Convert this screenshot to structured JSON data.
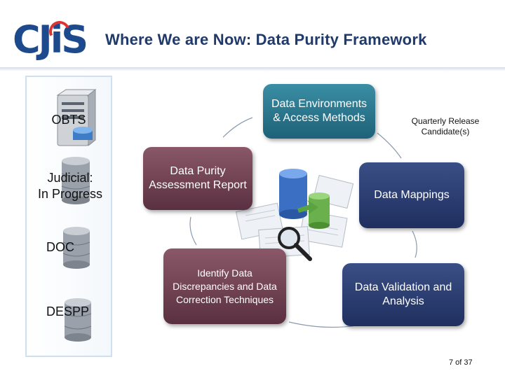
{
  "header": {
    "logo_text": "CJiS",
    "title": "Where We are Now: Data Purity Framework"
  },
  "sidebar": {
    "items": [
      {
        "label": "OBTS",
        "icon": "server-icon"
      },
      {
        "label": "Judicial:\nIn Progress",
        "icon": "database-icon"
      },
      {
        "label": "DOC",
        "icon": "database-icon"
      },
      {
        "label": "DESPP",
        "icon": "database-icon"
      }
    ]
  },
  "cycle": {
    "nodes": [
      {
        "label": "Data Environments & Access Methods",
        "color": "#2a7891"
      },
      {
        "label": "Data Mappings",
        "color": "#2a4070"
      },
      {
        "label": "Data Validation and Analysis",
        "color": "#2a4070"
      },
      {
        "label": "Identify Data Discrepancies and Data Correction Techniques",
        "color": "#6e4050"
      },
      {
        "label": "Data Purity Assessment Report",
        "color": "#6e4050"
      }
    ],
    "side_note": "Quarterly Release Candidate(s)"
  },
  "footer": {
    "page": "7 of 37"
  }
}
